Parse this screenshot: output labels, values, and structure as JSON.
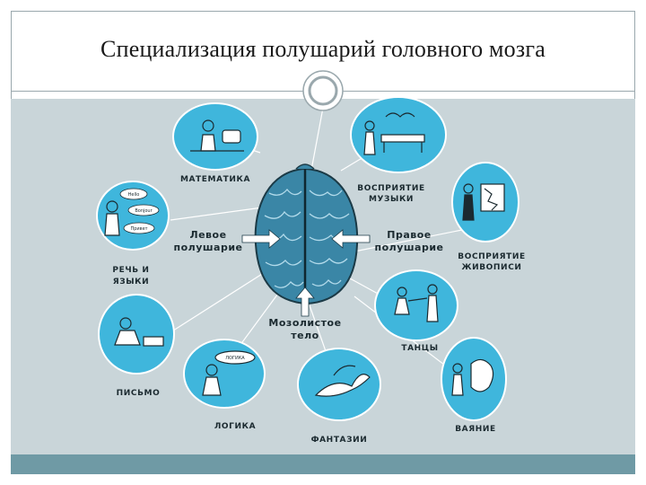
{
  "title": "Специализация полушарий головного мозга",
  "colors": {
    "panel_bg": "#c9d5d9",
    "bubble": "#3fb6dc",
    "brain": "#3a86a6",
    "footer": "#6f9aa5"
  },
  "labels": {
    "math": "МАТЕМАТИКА",
    "music_1": "ВОСПРИЯТИЕ",
    "music_2": "МУЗЫКИ",
    "left_1": "Левое",
    "left_2": "полушарие",
    "right_1": "Правое",
    "right_2": "полушарие",
    "speech_1": "РЕЧЬ И",
    "speech_2": "ЯЗЫКИ",
    "painting_1": "ВОСПРИЯТИЕ",
    "painting_2": "ЖИВОПИСИ",
    "corpus_1": "Мозолистое",
    "corpus_2": "тело",
    "dance": "ТАНЦЫ",
    "writing": "ПИСЬМО",
    "logic": "ЛОГИКА",
    "fantasy": "ФАНТАЗИИ",
    "sculpture": "ВАЯНИЕ"
  },
  "bubble_text": {
    "speech_a": "Hello",
    "speech_b": "Bonjour",
    "speech_c": "Привет",
    "logic": "ЛОГИКА"
  }
}
